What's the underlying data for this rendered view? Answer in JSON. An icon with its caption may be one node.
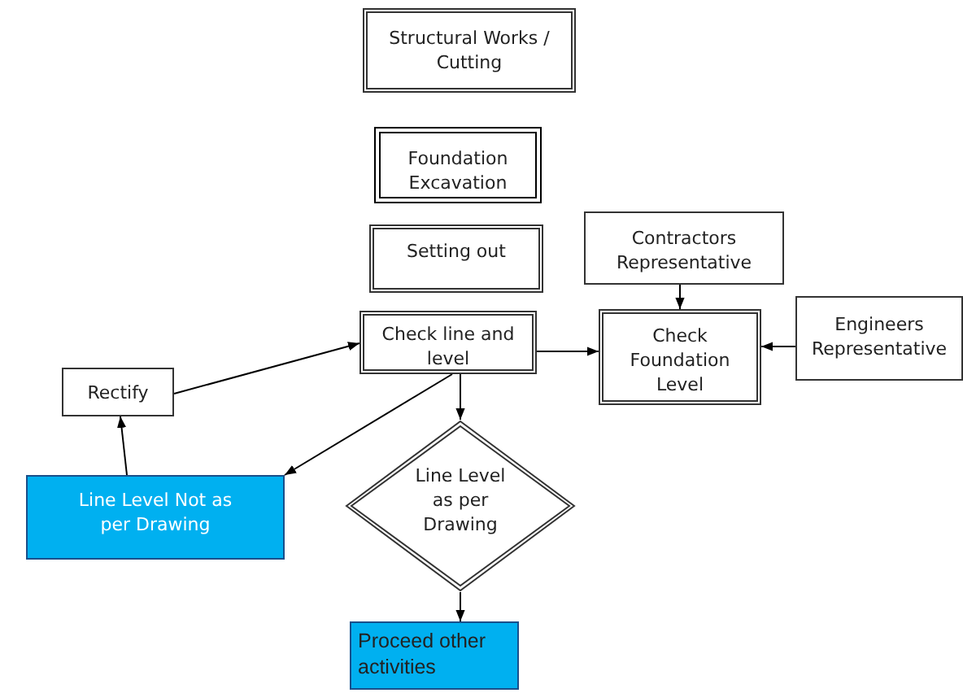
{
  "diagram": {
    "nodes": [
      {
        "text": [
          "Structural Works / Cutting"
        ]
      },
      {
        "text": [
          "Foundation Excavation"
        ]
      },
      {
        "text": [
          "Setting out"
        ]
      },
      {
        "text": [
          "Check line and level"
        ]
      },
      {
        "text": [
          "Contractors Representative"
        ]
      },
      {
        "text": [
          "Check Foundation Level"
        ]
      },
      {
        "text": [
          "Engineers Representative"
        ]
      },
      {
        "text": [
          "Rectify"
        ]
      },
      {
        "text": [
          "Line Level Not as per Drawing"
        ]
      },
      {
        "text": [
          "Line Level as per Drawing"
        ]
      },
      {
        "text": [
          "Proceed other activities"
        ]
      }
    ],
    "edges": [
      {
        "from": 3,
        "to": 5,
        "arrow": "to"
      },
      {
        "from": 4,
        "to": 5,
        "arrow": "to"
      },
      {
        "from": 6,
        "to": 5,
        "arrow": "to"
      },
      {
        "from": 7,
        "to": 3,
        "arrow": "to"
      },
      {
        "from": 8,
        "to": 7,
        "arrow": "to"
      },
      {
        "from": 3,
        "to": 8,
        "arrow": "to"
      },
      {
        "from": 3,
        "to": 9,
        "arrow": "to"
      },
      {
        "from": 9,
        "to": 10,
        "arrow": "to"
      }
    ]
  }
}
